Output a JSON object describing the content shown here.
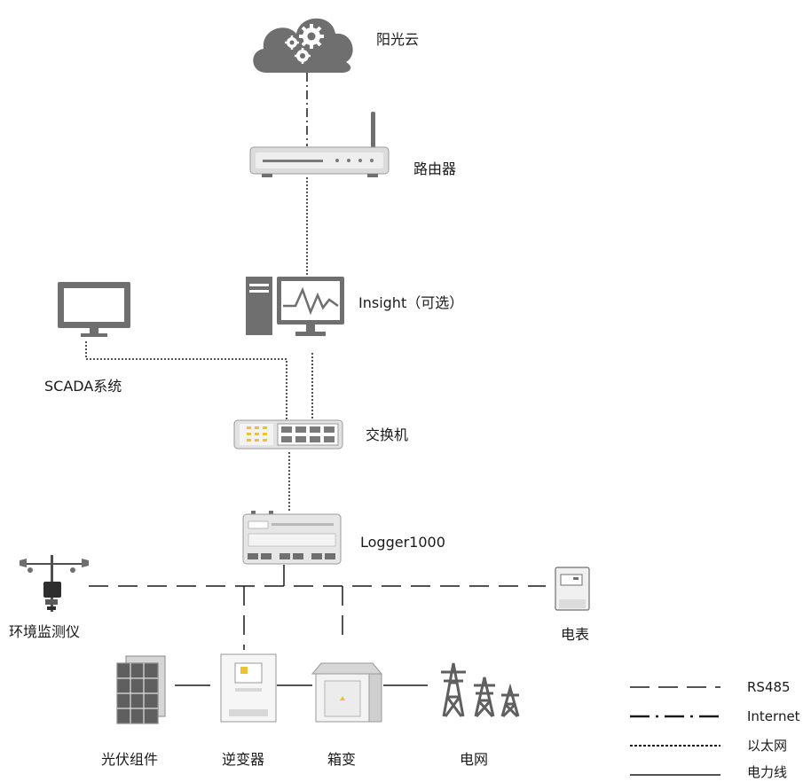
{
  "labels": {
    "cloud": "阳光云",
    "router": "路由器",
    "insight": "Insight（可选）",
    "scada": "SCADA系统",
    "switch": "交换机",
    "logger": "Logger1000",
    "env_monitor": "环境监测仪",
    "meter": "电表",
    "pv": "光伏组件",
    "inverter": "逆变器",
    "box_transformer": "箱变",
    "grid": "电网"
  },
  "legend": [
    {
      "style": "long-dash",
      "label": "RS485"
    },
    {
      "style": "dash-dot",
      "label": "Internet"
    },
    {
      "style": "dotted",
      "label": "以太网"
    },
    {
      "style": "solid",
      "label": "电力线"
    }
  ],
  "colors": {
    "line": "#1a1a1a",
    "device_gray": "#6f6f6f",
    "device_light": "#eceaea",
    "accent_yellow": "#e9c23a"
  }
}
